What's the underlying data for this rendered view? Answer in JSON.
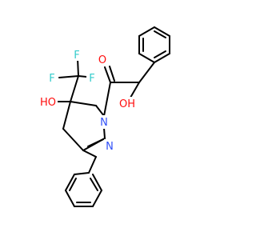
{
  "colors": {
    "background": "#ffffff",
    "bond": "#000000",
    "fluorine": "#33cccc",
    "oxygen": "#ff0d0d",
    "nitrogen": "#3050f8"
  },
  "atoms": {
    "f1": {
      "text": "F",
      "element": "fluorine"
    },
    "f2": {
      "text": "F",
      "element": "fluorine"
    },
    "f3": {
      "text": "F",
      "element": "fluorine"
    },
    "o_ketone": {
      "text": "O",
      "element": "oxygen"
    },
    "ho_ring": {
      "text": "HO",
      "element": "oxygen"
    },
    "n1": {
      "text": "N",
      "element": "nitrogen"
    },
    "n2": {
      "text": "N",
      "element": "nitrogen"
    },
    "oh_side": {
      "text": "OH",
      "element": "oxygen"
    }
  }
}
